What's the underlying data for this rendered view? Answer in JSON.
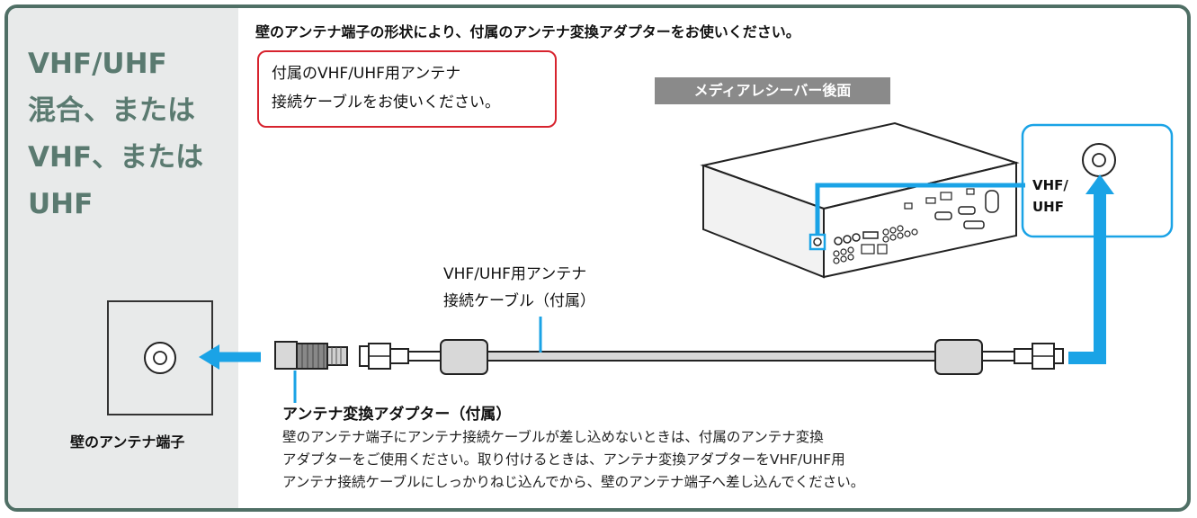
{
  "sidebar": {
    "title_lines": [
      "VHF/UHF",
      "混合、または",
      "VHF、または",
      "UHF"
    ]
  },
  "instruction": "壁のアンテナ端子の形状により、付属のアンテナ変換アダプターをお使いください。",
  "callout": {
    "lines": [
      "付属のVHF/UHF用アンテナ",
      "接続ケーブルをお使いください。"
    ],
    "border_color": "#d7232e"
  },
  "receiver": {
    "rear_label": "メディアレシーバー後面",
    "port_lines": [
      "VHF/",
      "UHF"
    ]
  },
  "cable": {
    "label_lines": [
      "VHF/UHF用アンテナ",
      "接続ケーブル（付属）"
    ]
  },
  "wall": {
    "label": "壁のアンテナ端子"
  },
  "adapter": {
    "title": "アンテナ変換アダプター（付属）",
    "desc_lines": [
      "壁のアンテナ端子にアンテナ接続ケーブルが差し込めないときは、付属のアンテナ変換",
      "アダプターをご使用ください。取り付けるときは、アンテナ変換アダプターをVHF/UHF用",
      "アンテナ接続ケーブルにしっかりねじ込んでから、壁のアンテナ端子へ差し込んでください。"
    ]
  },
  "colors": {
    "frame": "#4f6f65",
    "sidebar_bg": "#e8eaea",
    "sidebar_text": "#5a7a70",
    "arrow": "#1aa3e6",
    "label_bg": "#8a8a8a"
  }
}
